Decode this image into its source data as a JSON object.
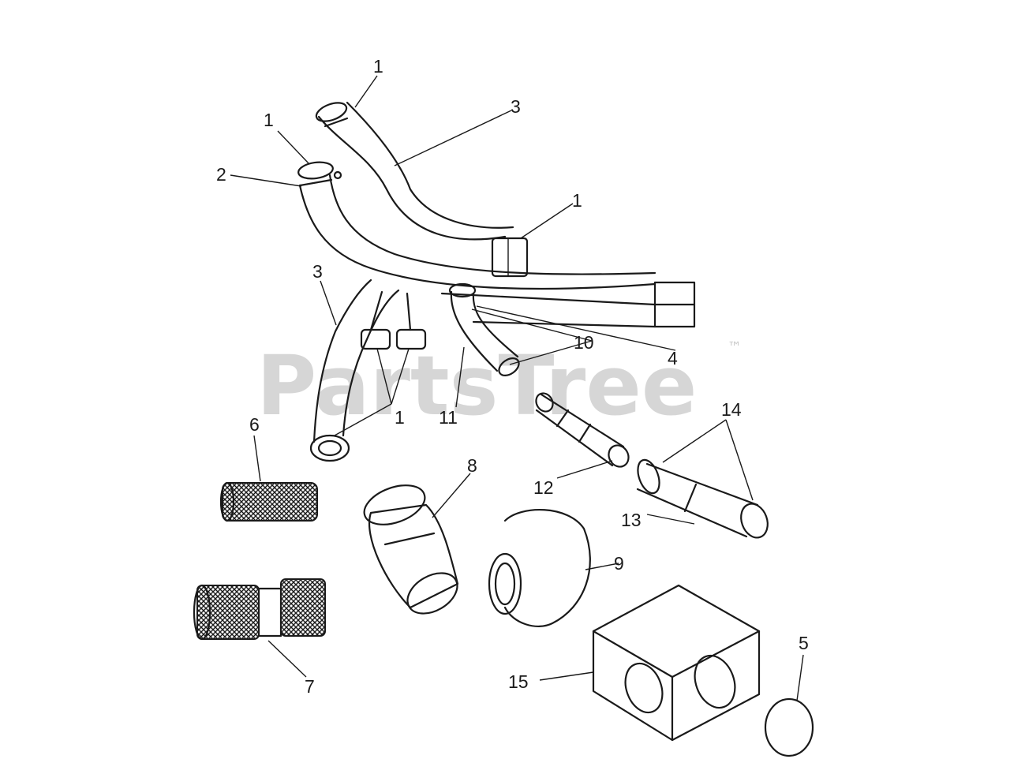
{
  "watermark": {
    "text": "PartsTree",
    "trademark": "™"
  },
  "callouts": {
    "c1a": "1",
    "c1b": "1",
    "c1c": "1",
    "c1d": "1",
    "c2": "2",
    "c3a": "3",
    "c3b": "3",
    "c4": "4",
    "c5": "5",
    "c6": "6",
    "c7": "7",
    "c8": "8",
    "c9": "9",
    "c10": "10",
    "c11": "11",
    "c12": "12",
    "c13": "13",
    "c14": "14",
    "c15": "15"
  }
}
